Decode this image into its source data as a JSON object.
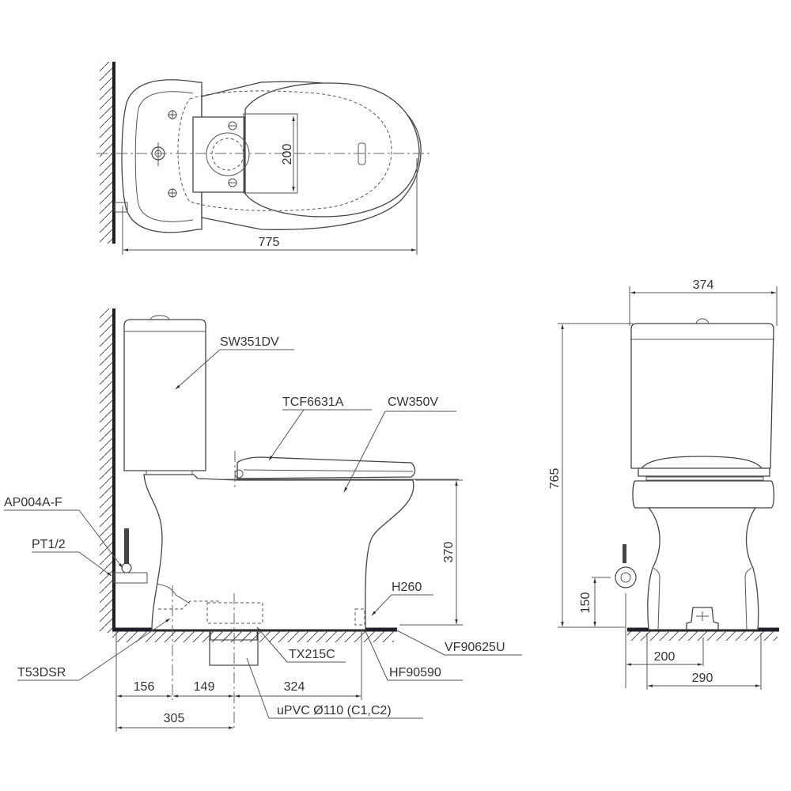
{
  "drawing": {
    "title": "Two-piece toilet technical drawing",
    "units": "mm",
    "colors": {
      "line": "#444444",
      "text": "#333333",
      "wall": "#1f1f24",
      "background": "#ffffff"
    }
  },
  "top_view": {
    "dimensions": {
      "overall_length": "775",
      "seat_width": "200"
    }
  },
  "side_view": {
    "labels": {
      "tank": "SW351DV",
      "seat": "TCF6631A",
      "bowl": "CW350V",
      "stop_valve": "AP004A-F",
      "thread": "PT1/2",
      "flex_hose": "T53DSR",
      "flange": "TX215C",
      "bolt": "H260",
      "cap": "VF90625U",
      "bolt_set": "HF90590",
      "drain_pipe": "uPVC Ø110 (C1,C2)"
    },
    "dimensions": {
      "wall_to_supply": "156",
      "supply_to_drain": "149",
      "drain_to_bolt": "324",
      "wall_to_drain": "305",
      "seat_height": "370"
    }
  },
  "front_view": {
    "dimensions": {
      "tank_width": "374",
      "overall_height": "765",
      "supply_height": "150",
      "supply_offset": "200",
      "base_width": "290"
    }
  }
}
